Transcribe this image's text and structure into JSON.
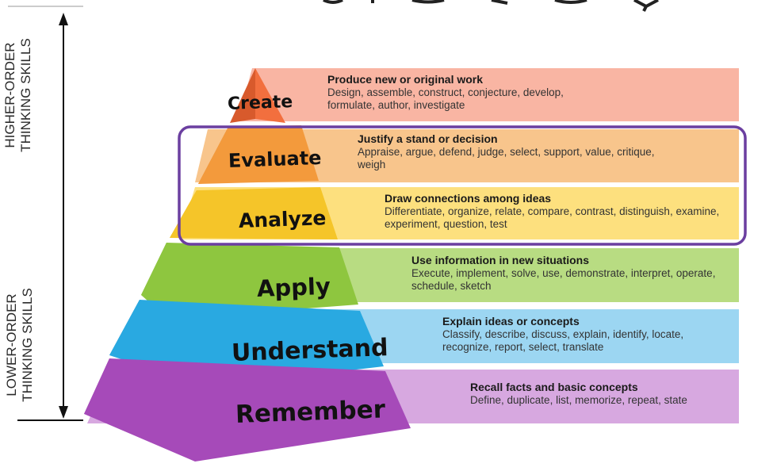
{
  "higher_order": {
    "line1": "HIGHER-ORDER",
    "line2": "THINKING SKILLS"
  },
  "lower_order": {
    "line1": "LOWER-ORDER",
    "line2": "THINKING SKILLS"
  },
  "levels": [
    {
      "name": "Create",
      "color": "#f26f3e",
      "band_color": "#f9b5a3",
      "heading": "Produce new or original work",
      "description": "Design, assemble, construct, conjecture, develop, formulate, author, investigate"
    },
    {
      "name": "Evaluate",
      "color": "#f39a3c",
      "band_color": "#f8c58c",
      "heading": "Justify a stand or decision",
      "description": "Appraise, argue, defend, judge, select, support,  value, critique,  weigh"
    },
    {
      "name": "Analyze",
      "color": "#f5c529",
      "band_color": "#fde07e",
      "heading": "Draw connections among ideas",
      "description": "Differentiate, organize, relate, compare, contrast, distinguish, examine, experiment, question, test"
    },
    {
      "name": "Apply",
      "color": "#8ec63f",
      "band_color": "#b8dc82",
      "heading": "Use information in new situations",
      "description": "Execute, implement, solve, use, demonstrate, interpret, operate, schedule, sketch"
    },
    {
      "name": "Understand",
      "color": "#29a9e1",
      "band_color": "#9cd6f2",
      "heading": "Explain ideas or concepts",
      "description": "Classify, describe, discuss, explain, identify, locate, recognize, report, select, translate"
    },
    {
      "name": "Remember",
      "color": "#a64ab9",
      "band_color": "#d7a8e0",
      "heading": "Recall facts and basic concepts",
      "description": "Define, duplicate, list, memorize, repeat, state"
    }
  ],
  "highlight_color": "#6b3fa0"
}
